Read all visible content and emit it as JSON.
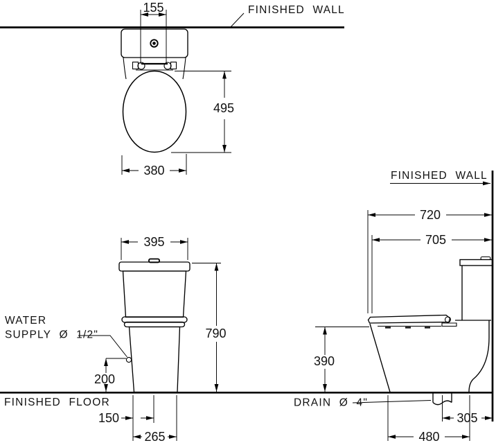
{
  "drawing": {
    "background": "#ffffff",
    "line_color": "#000000",
    "labels": {
      "finished_wall_top": "FINISHED WALL",
      "finished_wall_side": "FINISHED WALL",
      "finished_floor": "FINISHED FLOOR",
      "water_supply_1": "WATER",
      "water_supply_2": "SUPPLY Ø 1/2\"",
      "drain": "DRAIN Ø 4\""
    },
    "dims": {
      "hinge_spacing": "155",
      "seat_depth": "495",
      "seat_width": "380",
      "tank_width": "395",
      "total_height": "790",
      "supply_height": "200",
      "supply_offset": "150",
      "base_width": "265",
      "wall_to_front_total": "720",
      "wall_to_front_rim": "705",
      "rim_height": "390",
      "drain_offset": "305",
      "base_depth": "480"
    }
  }
}
